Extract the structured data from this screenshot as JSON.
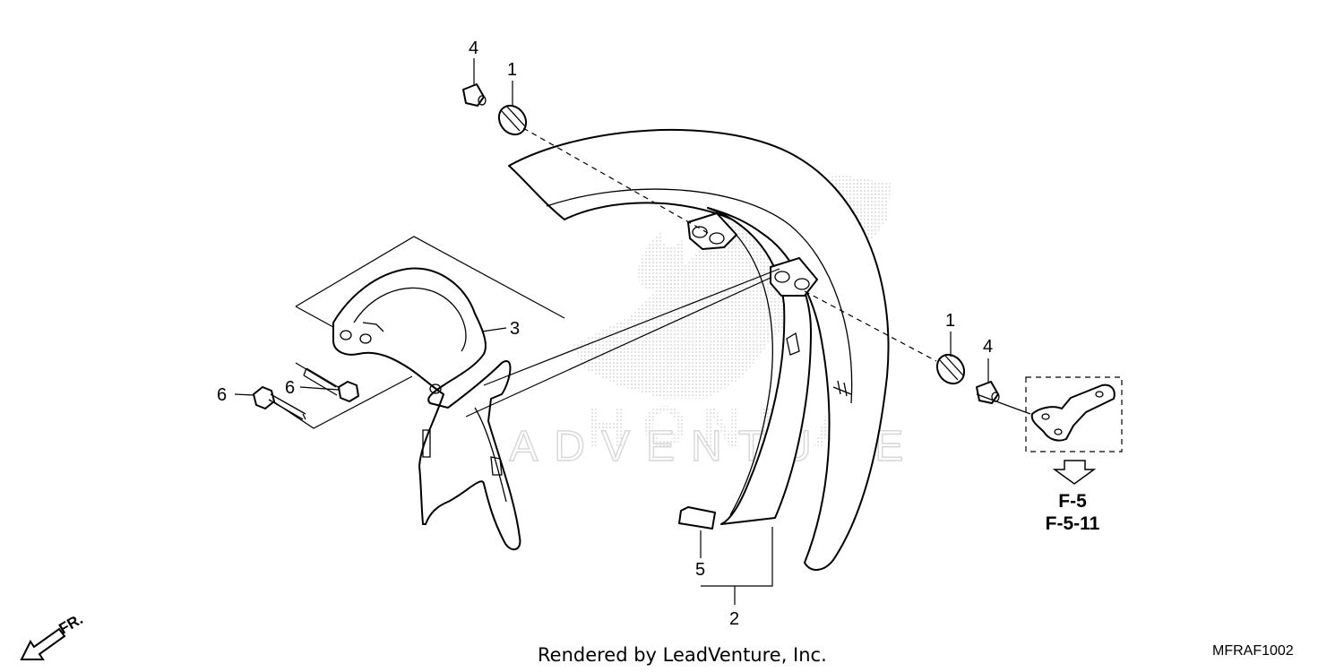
{
  "callouts": {
    "c1_top": "1",
    "c4_top": "4",
    "c1_right": "1",
    "c4_right": "4",
    "c3": "3",
    "c6_left": "6",
    "c6_right": "6",
    "c5": "5",
    "c2": "2"
  },
  "references": {
    "ref1": "F-5",
    "ref2": "F-5-11"
  },
  "direction_label": "FR.",
  "credit": "Rendered by LeadVenture, Inc.",
  "diagram_code": "MFRAF1002",
  "watermark": {
    "brand": "HONDA",
    "text": "LEADVENTURE"
  }
}
